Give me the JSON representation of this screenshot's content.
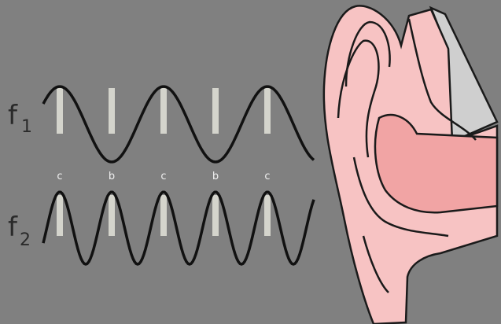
{
  "figure": {
    "wave1_label": {
      "base": "f",
      "sub": "1"
    },
    "wave2_label": {
      "base": "f",
      "sub": "2"
    },
    "phase_markers": [
      "c",
      "b",
      "c",
      "b",
      "c"
    ],
    "frequency_ratio": 2,
    "colors": {
      "background": "#808080",
      "wave_stroke": "#111111",
      "marker": "#d4d4cc",
      "ear_skin": "#f7c3c3",
      "ear_canal": "#f1a4a4",
      "ear_outline": "#1a1a1a",
      "tympanum": "#cfcfcf"
    }
  }
}
